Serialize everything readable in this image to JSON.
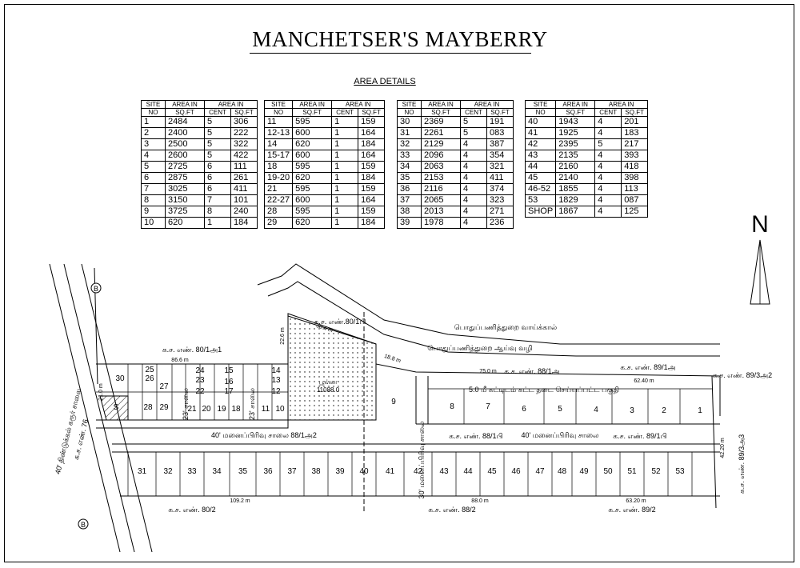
{
  "title": "MANCHETSER'S MAYBERRY",
  "subtitle": "AREA DETAILS",
  "table_headers": {
    "site": "SITE",
    "no": "NO",
    "area_in": "AREA IN",
    "sqft": "SQ.FT",
    "cent": "CENT"
  },
  "tables": [
    {
      "rows": [
        [
          "1",
          "2484",
          "5",
          "306"
        ],
        [
          "2",
          "2400",
          "5",
          "222"
        ],
        [
          "3",
          "2500",
          "5",
          "322"
        ],
        [
          "4",
          "2600",
          "5",
          "422"
        ],
        [
          "5",
          "2725",
          "6",
          "111"
        ],
        [
          "6",
          "2875",
          "6",
          "261"
        ],
        [
          "7",
          "3025",
          "6",
          "411"
        ],
        [
          "8",
          "3150",
          "7",
          "101"
        ],
        [
          "9",
          "3725",
          "8",
          "240"
        ],
        [
          "10",
          "620",
          "1",
          "184"
        ]
      ]
    },
    {
      "rows": [
        [
          "11",
          "595",
          "1",
          "159"
        ],
        [
          "12-13",
          "600",
          "1",
          "164"
        ],
        [
          "14",
          "620",
          "1",
          "184"
        ],
        [
          "15-17",
          "600",
          "1",
          "164"
        ],
        [
          "18",
          "595",
          "1",
          "159"
        ],
        [
          "19-20",
          "620",
          "1",
          "184"
        ],
        [
          "21",
          "595",
          "1",
          "159"
        ],
        [
          "22-27",
          "600",
          "1",
          "164"
        ],
        [
          "28",
          "595",
          "1",
          "159"
        ],
        [
          "29",
          "620",
          "1",
          "184"
        ]
      ]
    },
    {
      "rows": [
        [
          "30",
          "2369",
          "5",
          "191"
        ],
        [
          "31",
          "2261",
          "5",
          "083"
        ],
        [
          "32",
          "2129",
          "4",
          "387"
        ],
        [
          "33",
          "2096",
          "4",
          "354"
        ],
        [
          "34",
          "2063",
          "4",
          "321"
        ],
        [
          "35",
          "2153",
          "4",
          "411"
        ],
        [
          "36",
          "2116",
          "4",
          "374"
        ],
        [
          "37",
          "2065",
          "4",
          "323"
        ],
        [
          "38",
          "2013",
          "4",
          "271"
        ],
        [
          "39",
          "1978",
          "4",
          "236"
        ]
      ]
    },
    {
      "rows": [
        [
          "40",
          "1943",
          "4",
          "201"
        ],
        [
          "41",
          "1925",
          "4",
          "183"
        ],
        [
          "42",
          "2395",
          "5",
          "217"
        ],
        [
          "43",
          "2135",
          "4",
          "393"
        ],
        [
          "44",
          "2160",
          "4",
          "418"
        ],
        [
          "45",
          "2140",
          "4",
          "398"
        ],
        [
          "46-52",
          "1855",
          "4",
          "113"
        ],
        [
          "53",
          "1829",
          "4",
          "087"
        ],
        [
          "SHOP",
          "1867",
          "4",
          "125"
        ]
      ]
    }
  ],
  "north_label": "N",
  "map": {
    "road_marker": "B",
    "survey_labels": {
      "s80_1a1": "க.ச. எண். 80/1அ1",
      "s80_1b": "க.ச. எண்.80/1பி",
      "s88_1a": "க.ச. எண். 88/1அ",
      "s89_1a": "க.ச. எண். 89/1அ",
      "s89_3a2": "க.ச. எண். 89/3அ2",
      "s88_1b": "க.ச. எண். 88/1பி",
      "s89_1b": "க.ச. எண். 89/1பி",
      "s89_3a3": "க.ச. எண். 89/3அ3",
      "s80_2": "க.ச. எண். 80/2",
      "s88_2": "க.ச. எண். 88/2",
      "s89_2": "க.ச. எண். 89/2"
    },
    "road_labels": {
      "canal": "பொதுப்பணித்துறை வாய்க்கால்",
      "pwd_road": "பொதுப்பணித்துறை ஆய்வு வழி",
      "road_40_upper": "40' மனைப்பிரிவு சாலை 88/1அ2",
      "road_40_lower": "40' மனைப்பிரிவு சாலை",
      "road_23a": "23' சாலை",
      "road_23b": "23' சாலை",
      "road_30": "30' மனைப்பிரிவு சாலை",
      "highway": "40' திண்டுக்கல் கரூர் சாலை",
      "ks76": "க.ச. எண். 76",
      "setback": "5.0 மீ கட்டிடம் கட்ட தடை செய்யப்பட்ட பகுதி"
    },
    "park_label": "பூங்கா",
    "park_area": "11088.0",
    "dimensions": {
      "d86_6": "86.6 m",
      "d75_0": "75.0 m",
      "d62_40": "62.40 m",
      "d109_2": "109.2 m",
      "d88_0": "88.0 m",
      "d63_20": "63.20 m",
      "d42_20": "42.20 m",
      "d22_6": "22.6 m",
      "d30_4": "30.4 m",
      "d18_8": "18.8 m",
      "d21_0": "21.0 m"
    },
    "plots_top_left": [
      "30",
      "25",
      "26",
      "27",
      "24",
      "23",
      "22",
      "15",
      "16",
      "17",
      "14",
      "13",
      "12",
      "28",
      "29",
      "21",
      "20",
      "19",
      "18",
      "11",
      "10"
    ],
    "plots_top_right": [
      "9",
      "8",
      "7",
      "6",
      "5",
      "4",
      "3",
      "2",
      "1"
    ],
    "plots_bottom": [
      "31",
      "32",
      "33",
      "34",
      "35",
      "36",
      "37",
      "38",
      "39",
      "40",
      "41",
      "42",
      "43",
      "44",
      "45",
      "46",
      "47",
      "48",
      "49",
      "50",
      "51",
      "52",
      "53"
    ],
    "shop_label": "S"
  }
}
